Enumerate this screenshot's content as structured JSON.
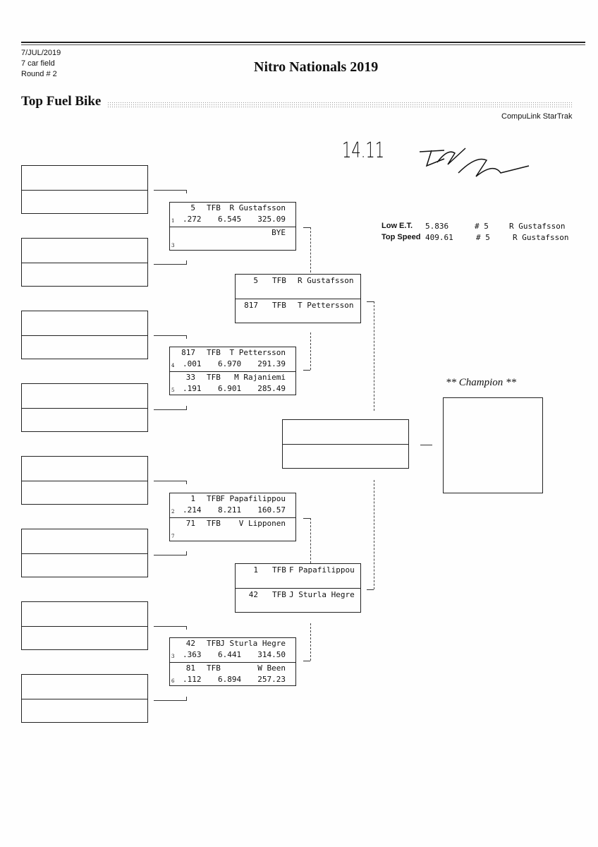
{
  "header": {
    "date": "7/JUL/2019",
    "field": "7 car field",
    "round": "Round # 2",
    "title": "Nitro Nationals 2019",
    "class_title": "Top Fuel Bike",
    "software": "CompuLink StarTrak"
  },
  "handwritten": {
    "note": "14.11",
    "signature": "signature"
  },
  "stats": [
    {
      "label": "Low  E.T.",
      "value": "5.836",
      "car": "# 5",
      "name": "R Gustafsson"
    },
    {
      "label": "Top Speed",
      "value": "409.61",
      "car": "# 5",
      "name": "R Gustafsson"
    }
  ],
  "round2": [
    {
      "top": {
        "car": "5",
        "cls": "TFB",
        "name": "R Gustafsson",
        "lane": "1",
        "rt": ".272",
        "et": "6.545",
        "speed": "325.09"
      },
      "bottom": {
        "car": "",
        "cls": "",
        "name": "BYE",
        "lane": "3",
        "rt": "",
        "et": "",
        "speed": ""
      }
    },
    {
      "top": {
        "car": "817",
        "cls": "TFB",
        "name": "T Pettersson",
        "lane": "4",
        "rt": ".001",
        "et": "6.970",
        "speed": "291.39"
      },
      "bottom": {
        "car": "33",
        "cls": "TFB",
        "name": "M Rajaniemi",
        "lane": "5",
        "rt": ".191",
        "et": "6.901",
        "speed": "285.49"
      }
    },
    {
      "top": {
        "car": "1",
        "cls": "TFB",
        "name": "F Papafilippou",
        "lane": "2",
        "rt": ".214",
        "et": "8.211",
        "speed": "160.57"
      },
      "bottom": {
        "car": "71",
        "cls": "TFB",
        "name": "V Lipponen",
        "lane": "7",
        "rt": "",
        "et": "",
        "speed": ""
      }
    },
    {
      "top": {
        "car": "42",
        "cls": "TFB",
        "name": "J Sturla Hegre",
        "lane": "3",
        "rt": ".363",
        "et": "6.441",
        "speed": "314.50"
      },
      "bottom": {
        "car": "81",
        "cls": "TFB",
        "name": "W Been",
        "lane": "6",
        "rt": ".112",
        "et": "6.894",
        "speed": "257.23"
      }
    }
  ],
  "round3": [
    {
      "top": {
        "car": "5",
        "cls": "TFB",
        "name": "R Gustafsson"
      },
      "bottom": {
        "car": "817",
        "cls": "TFB",
        "name": "T Pettersson"
      }
    },
    {
      "top": {
        "car": "1",
        "cls": "TFB",
        "name": "F Papafilippou"
      },
      "bottom": {
        "car": "42",
        "cls": "TFB",
        "name": "J Sturla Hegre"
      }
    }
  ],
  "champion_label": "** Champion **"
}
